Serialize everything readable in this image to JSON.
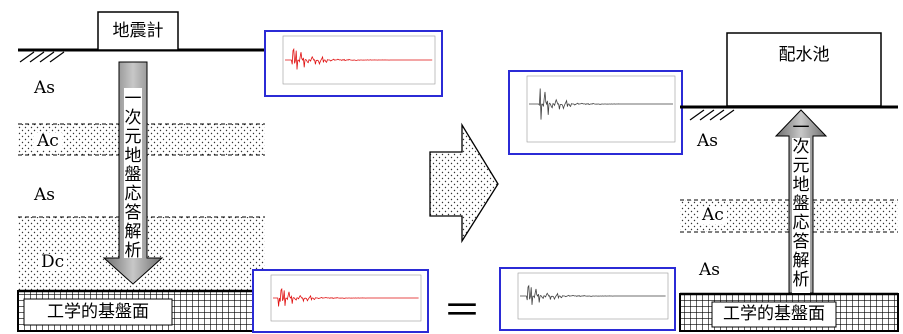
{
  "left_column": {
    "seismometer_label": "地震計",
    "layers": [
      "As",
      "Ac",
      "As",
      "Dc"
    ],
    "base_label": "工学的基盤面",
    "arrow_text": "一次元地盤応答解析"
  },
  "right_column": {
    "reservoir_label": "配水池",
    "layers": [
      "As",
      "Ac",
      "As"
    ],
    "base_label": "工学的基盤面",
    "arrow_text": "一次元地盤応答解析"
  },
  "equals_sign": "＝",
  "colors": {
    "line": "#000000",
    "frame": "#2b2bd6",
    "wave_red": "#e01010",
    "wave_gray": "#404040",
    "arrow_gray": "#8a8a8a"
  }
}
